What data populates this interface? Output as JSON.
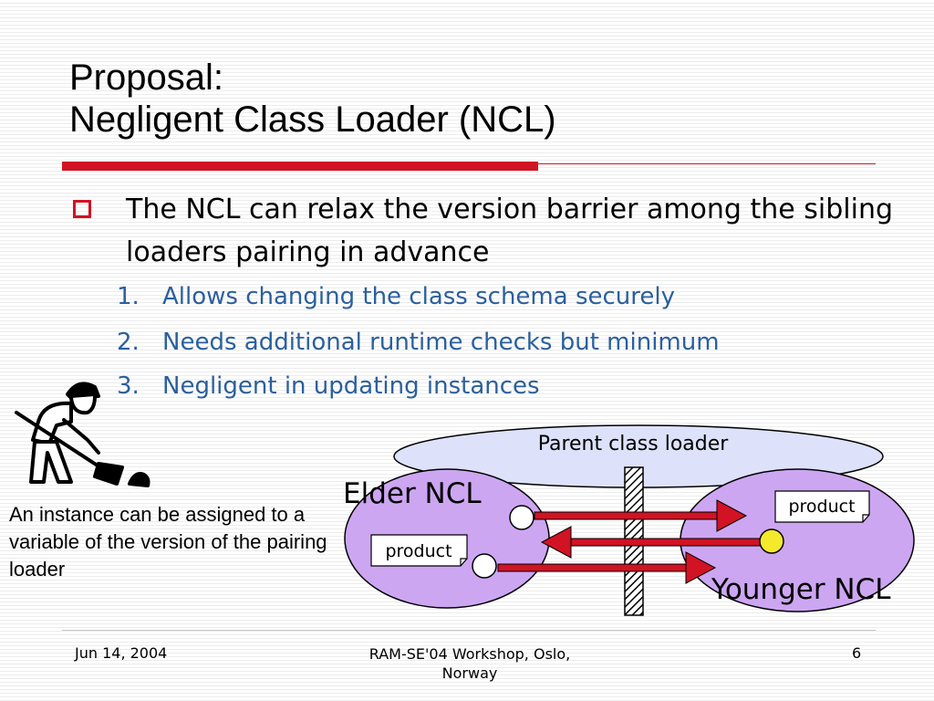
{
  "slide": {
    "title_line1": "Proposal:",
    "title_line2": "Negligent Class Loader (NCL)",
    "bullet": "The NCL can relax the version barrier among the sibling loaders pairing in advance",
    "sub_items": [
      {
        "num": "1.",
        "text": "Allows changing the class schema securely"
      },
      {
        "num": "2.",
        "text": "Needs additional runtime checks but minimum"
      },
      {
        "num": "3.",
        "text": "Negligent in updating instances"
      }
    ],
    "note": "An instance can be assigned to a variable of the version of the pairing loader"
  },
  "diagram": {
    "parent_label": "Parent class loader",
    "elder_label": "Elder NCL",
    "younger_label": "Younger NCL",
    "product_left": "product",
    "product_right": "product"
  },
  "footer": {
    "date": "Jun 14, 2004",
    "center": "RAM-SE'04 Workshop, Oslo, Norway",
    "page": "6"
  },
  "colors": {
    "accent_red": "#d11324",
    "sub_text_blue": "#2b5f9e",
    "loader_fill": "#cda6f2",
    "parent_fill": "#dde2fa",
    "arrow_red": "#d11324",
    "object_yellow": "#f4e92a"
  },
  "icons": {
    "worker": "digging-worker-icon"
  }
}
